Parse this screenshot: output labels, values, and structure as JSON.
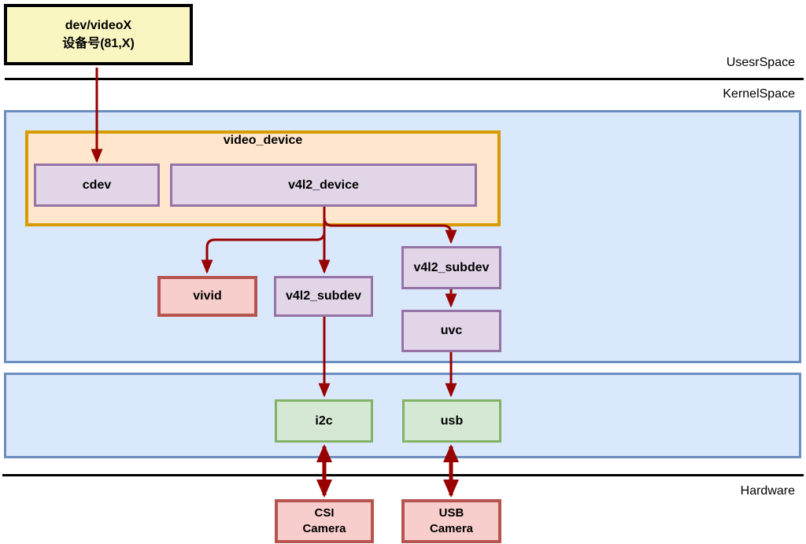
{
  "layers": {
    "userspace_label": "UsesrSpace",
    "kernelspace_label": "KernelSpace",
    "hardware_label": "Hardware"
  },
  "device_node": {
    "line1": "dev/videoX",
    "line2": "设备号(81,X)"
  },
  "video_device": {
    "title": "video_device",
    "cdev_label": "cdev",
    "v4l2_device_label": "v4l2_device"
  },
  "kernel_nodes": {
    "vivid_label": "vivid",
    "v4l2_subdev_mid_label": "v4l2_subdev",
    "v4l2_subdev_right_label": "v4l2_subdev",
    "uvc_label": "uvc"
  },
  "bus_nodes": {
    "i2c_label": "i2c",
    "usb_label": "usb"
  },
  "hardware_nodes": {
    "csi_camera": {
      "line1": "CSI",
      "line2": "Camera"
    },
    "usb_camera": {
      "line1": "USB",
      "line2": "Camera"
    }
  },
  "colors": {
    "arrow": "#990000",
    "blue_fill": "#DAE8FC",
    "blue_stroke": "#6C8EBF",
    "orange_fill": "#FFE6CC",
    "orange_stroke": "#D79B00",
    "purple_fill": "#E1D5E7",
    "purple_stroke": "#9673A6",
    "green_fill": "#D5E8D4",
    "green_stroke": "#82B366",
    "pink_fill": "#F8CECC",
    "pink_stroke": "#B85450",
    "note_fill": "#F9F6C2",
    "note_stroke": "#000000",
    "line": "#000000"
  }
}
